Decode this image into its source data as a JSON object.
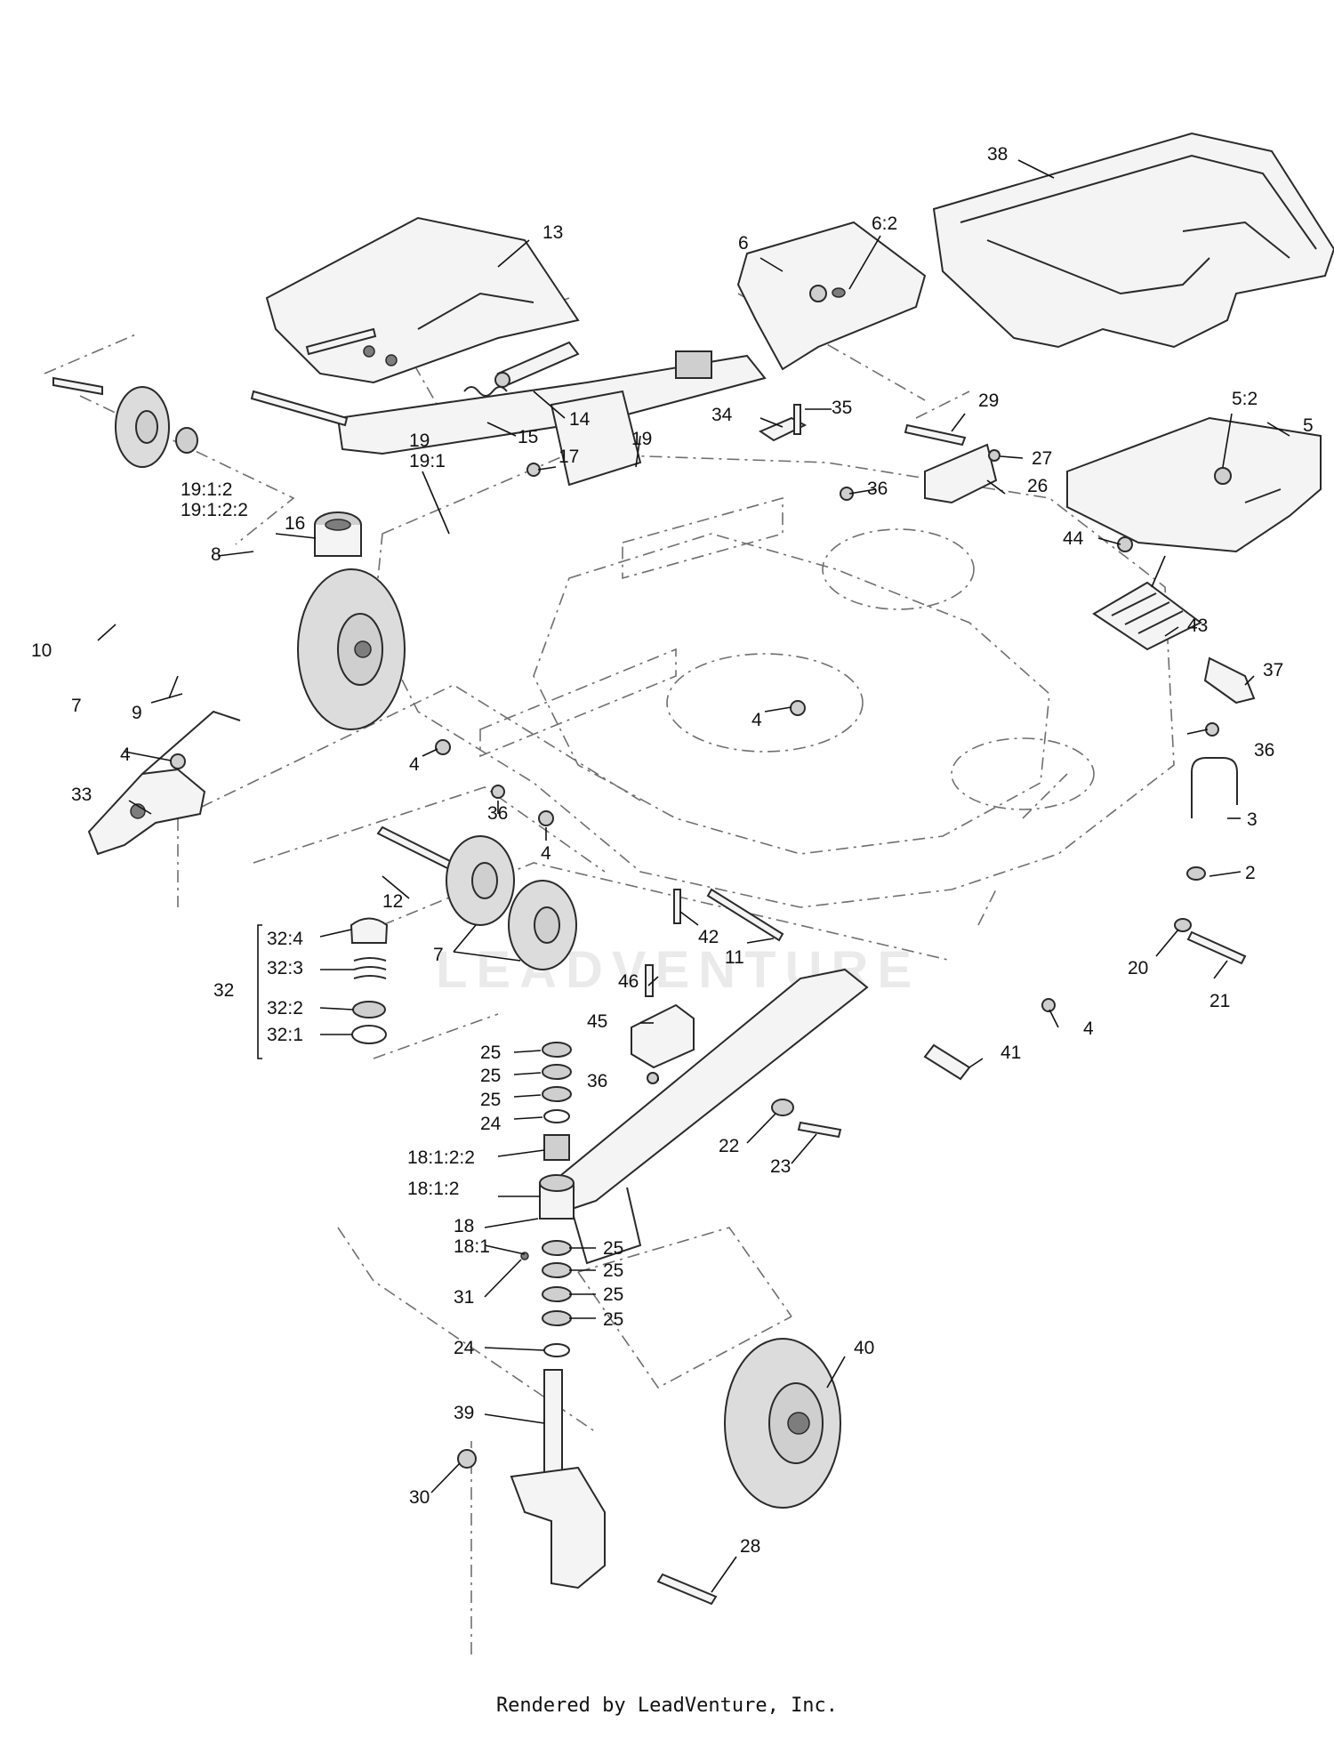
{
  "diagram": {
    "watermark": "LEADVENTURE",
    "footer": "Rendered by LeadVenture, Inc.",
    "callouts": [
      {
        "id": "38",
        "label": "38"
      },
      {
        "id": "6",
        "label": "6"
      },
      {
        "id": "6:2",
        "label": "6:2"
      },
      {
        "id": "13",
        "label": "13"
      },
      {
        "id": "14",
        "label": "14"
      },
      {
        "id": "15",
        "label": "15"
      },
      {
        "id": "34",
        "label": "34"
      },
      {
        "id": "35",
        "label": "35"
      },
      {
        "id": "29",
        "label": "29"
      },
      {
        "id": "5:2",
        "label": "5:2"
      },
      {
        "id": "5",
        "label": "5"
      },
      {
        "id": "17",
        "label": "17"
      },
      {
        "id": "19",
        "label": "19"
      },
      {
        "id": "19-b",
        "label": "19"
      },
      {
        "id": "19:1",
        "label": "19:1"
      },
      {
        "id": "27",
        "label": "27"
      },
      {
        "id": "26",
        "label": "26"
      },
      {
        "id": "36-a",
        "label": "36"
      },
      {
        "id": "19:1:2",
        "label": "19:1:2"
      },
      {
        "id": "19:1:2:2",
        "label": "19:1:2:2"
      },
      {
        "id": "16",
        "label": "16"
      },
      {
        "id": "8",
        "label": "8"
      },
      {
        "id": "44",
        "label": "44"
      },
      {
        "id": "43",
        "label": "43"
      },
      {
        "id": "37",
        "label": "37"
      },
      {
        "id": "10",
        "label": "10"
      },
      {
        "id": "7-a",
        "label": "7"
      },
      {
        "id": "9",
        "label": "9"
      },
      {
        "id": "4-a",
        "label": "4"
      },
      {
        "id": "4-b",
        "label": "4"
      },
      {
        "id": "4-c",
        "label": "4"
      },
      {
        "id": "36-b",
        "label": "36"
      },
      {
        "id": "33",
        "label": "33"
      },
      {
        "id": "36-c",
        "label": "36"
      },
      {
        "id": "4-d",
        "label": "4"
      },
      {
        "id": "3",
        "label": "3"
      },
      {
        "id": "2",
        "label": "2"
      },
      {
        "id": "12",
        "label": "12"
      },
      {
        "id": "7-b",
        "label": "7"
      },
      {
        "id": "42",
        "label": "42"
      },
      {
        "id": "11",
        "label": "11"
      },
      {
        "id": "20",
        "label": "20"
      },
      {
        "id": "21",
        "label": "21"
      },
      {
        "id": "32:4",
        "label": "32:4"
      },
      {
        "id": "32:3",
        "label": "32:3"
      },
      {
        "id": "32",
        "label": "32"
      },
      {
        "id": "32:2",
        "label": "32:2"
      },
      {
        "id": "32:1",
        "label": "32:1"
      },
      {
        "id": "46",
        "label": "46"
      },
      {
        "id": "45",
        "label": "45"
      },
      {
        "id": "4-e",
        "label": "4"
      },
      {
        "id": "41",
        "label": "41"
      },
      {
        "id": "25-a",
        "label": "25"
      },
      {
        "id": "25-b",
        "label": "25"
      },
      {
        "id": "25-c",
        "label": "25"
      },
      {
        "id": "24-a",
        "label": "24"
      },
      {
        "id": "36-d",
        "label": "36"
      },
      {
        "id": "22",
        "label": "22"
      },
      {
        "id": "23",
        "label": "23"
      },
      {
        "id": "18:1:2:2",
        "label": "18:1:2:2"
      },
      {
        "id": "18:1:2",
        "label": "18:1:2"
      },
      {
        "id": "18",
        "label": "18"
      },
      {
        "id": "18:1",
        "label": "18:1"
      },
      {
        "id": "25-d",
        "label": "25"
      },
      {
        "id": "25-e",
        "label": "25"
      },
      {
        "id": "31",
        "label": "31"
      },
      {
        "id": "25-f",
        "label": "25"
      },
      {
        "id": "25-g",
        "label": "25"
      },
      {
        "id": "24-b",
        "label": "24"
      },
      {
        "id": "40",
        "label": "40"
      },
      {
        "id": "39",
        "label": "39"
      },
      {
        "id": "30",
        "label": "30"
      },
      {
        "id": "28",
        "label": "28"
      }
    ]
  }
}
